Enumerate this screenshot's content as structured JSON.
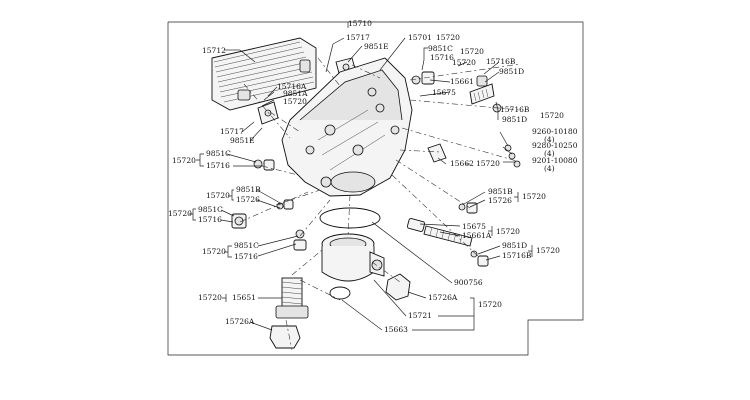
{
  "labels": {
    "l15710": "15710",
    "l15712": "15712",
    "l15717a": "15717",
    "l9851e_a": "9851E",
    "l15701": "15701",
    "l15720_top": "15720",
    "l9851c_a": "9851C",
    "l15716_a": "15716",
    "l15720_a": "15720",
    "l15720_a2": "15720",
    "l15716b_a": "15716B",
    "l9851d_a": "9851D",
    "l15661": "15661",
    "l15675_a": "15675",
    "l15716a": "15716A",
    "l9851a": "9851A",
    "l15720_b": "15720",
    "l15716b_b": "15716B",
    "l15720_c": "15720",
    "l9851d_b": "9851D",
    "l15717b": "15717",
    "l9851e_b": "9851E",
    "l9260": "9260-10180",
    "l9260q": "(4)",
    "l9280": "9280-10250",
    "l9280q": "(4)",
    "l9201": "9201-10080",
    "l9201q": "(4)",
    "l15720_d": "15720",
    "l9851c_b": "9851C",
    "l15716_b": "15716",
    "l15662": "15662",
    "l15720_e": "15720",
    "l15720_f": "15720",
    "l9851b_a": "9851B",
    "l15726_a": "15726",
    "l9851b_b": "9851B",
    "l15726_b": "15726",
    "l15720_g": "15720",
    "l15720_h": "15720",
    "l9851c_c": "9851C",
    "l15716_c": "15716",
    "l15675_b": "15675",
    "l15661a": "15661A",
    "l15720_i": "15720",
    "l15720_j": "15720",
    "l9851c_d": "9851C",
    "l15716_d": "15716",
    "l9851d_c": "9851D",
    "l15716b_c": "15716B",
    "l15720_k": "15720",
    "l900756": "900756",
    "l15720_l": "15720",
    "l15651": "15651",
    "l15726a_a": "15726A",
    "l15720_m": "15720",
    "l15721": "15721",
    "l15726a_b": "15726A",
    "l15663": "15663"
  }
}
